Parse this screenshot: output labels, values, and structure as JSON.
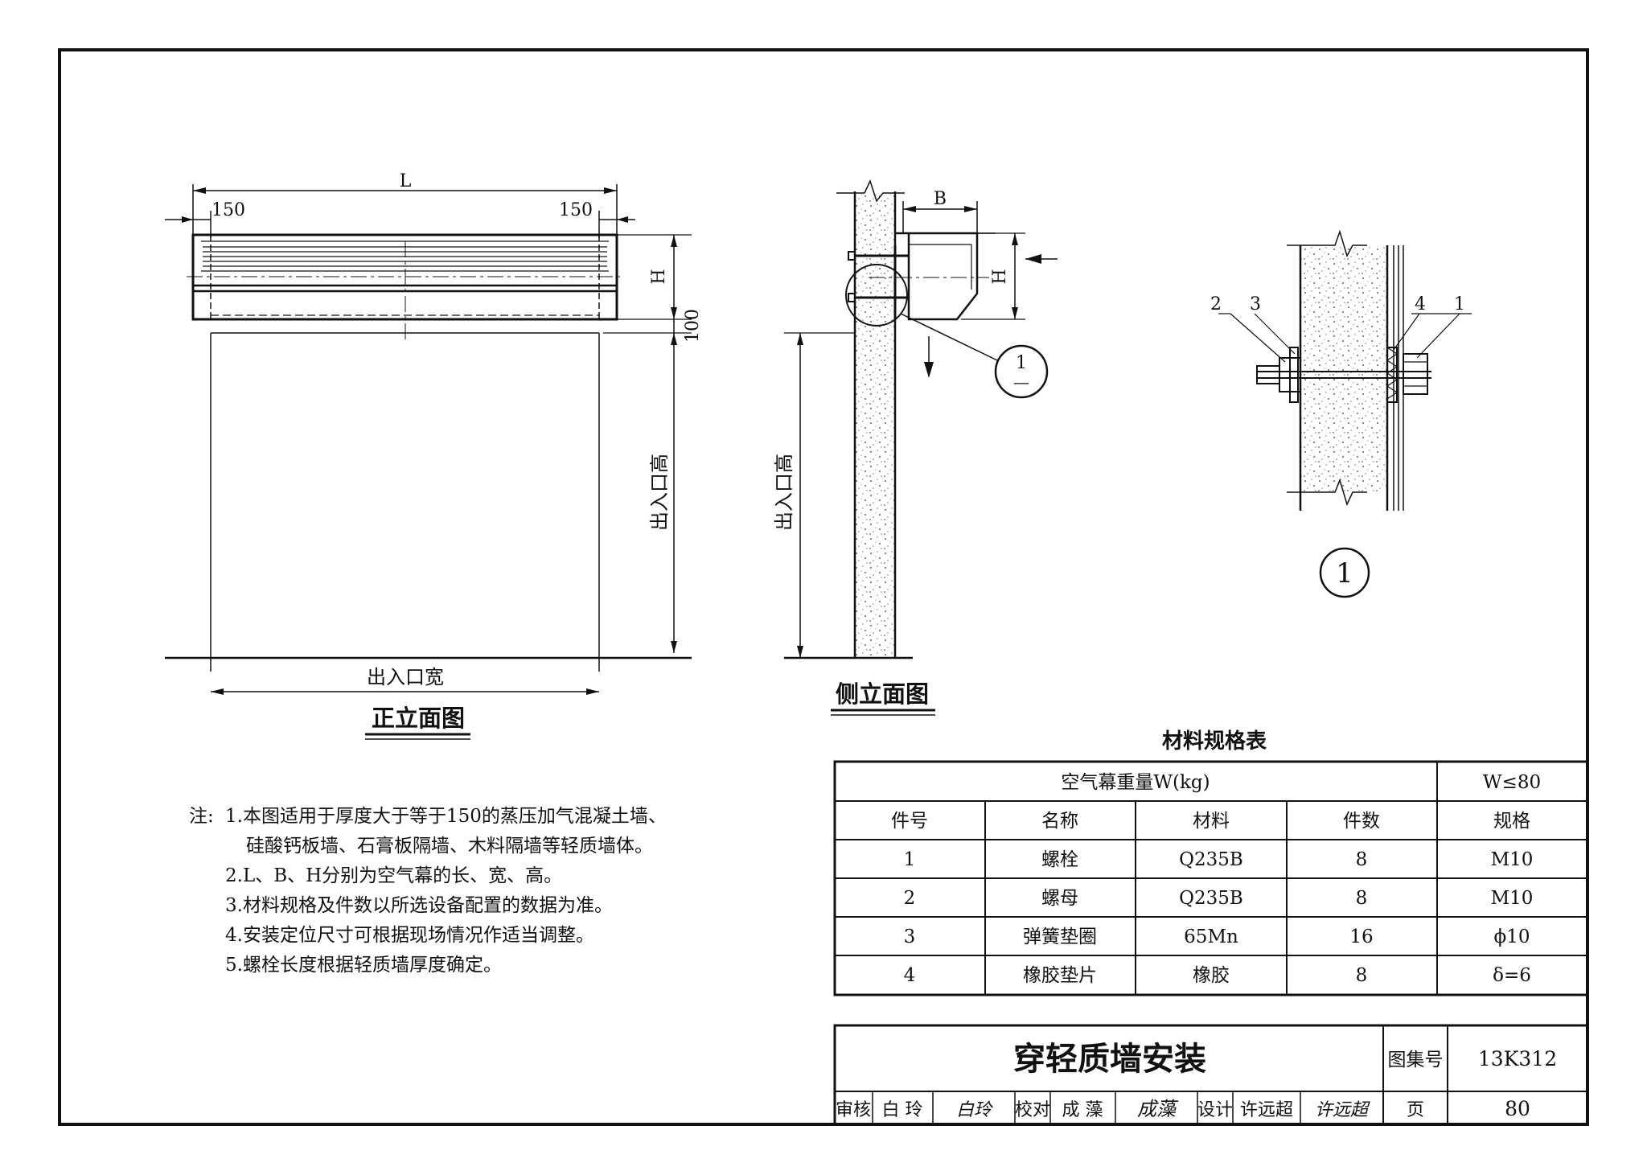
{
  "front_view": {
    "title": "正立面图",
    "dim_length": "L",
    "dim_left_offset": "150",
    "dim_right_offset": "150",
    "dim_height": "H",
    "dim_gap": "100",
    "dim_opening_height": "出入口高",
    "dim_opening_width": "出入口宽"
  },
  "side_view": {
    "title": "侧立面图",
    "dim_depth": "B",
    "dim_height": "H",
    "dim_opening_height": "出入口高",
    "detail_ref_number": "1",
    "detail_ref_sheet": "—"
  },
  "detail_view": {
    "callouts": [
      "2",
      "3",
      "4",
      "1"
    ],
    "detail_number": "1"
  },
  "materials_table": {
    "title": "材料规格表",
    "weight_label": "空气幕重量W(kg)",
    "weight_value": "W≤80",
    "headers": [
      "件号",
      "名称",
      "材料",
      "件数",
      "规格"
    ],
    "rows": [
      [
        "1",
        "螺栓",
        "Q235B",
        "8",
        "M10"
      ],
      [
        "2",
        "螺母",
        "Q235B",
        "8",
        "M10"
      ],
      [
        "3",
        "弹簧垫圈",
        "65Mn",
        "16",
        "ϕ10"
      ],
      [
        "4",
        "橡胶垫片",
        "橡胶",
        "8",
        "δ=6"
      ]
    ]
  },
  "notes": {
    "prefix": "注:",
    "lines": [
      "1.本图适用于厚度大于等于150的蒸压加气混凝土墙、",
      "硅酸钙板墙、石膏板隔墙、木料隔墙等轻质墙体。",
      "2.L、B、H分别为空气幕的长、宽、高。",
      "3.材料规格及件数以所选设备配置的数据为准。",
      "4.安装定位尺寸可根据现场情况作适当调整。",
      "5.螺栓长度根据轻质墙厚度确定。"
    ]
  },
  "title_block": {
    "drawing_title": "穿轻质墙安装",
    "atlas_label": "图集号",
    "atlas_number": "13K312",
    "review_label": "审核",
    "review_name": "白 玲",
    "review_signature": "白玲",
    "check_label": "校对",
    "check_name": "成 藻",
    "check_signature": "成藻",
    "design_label": "设计",
    "design_name": "许远超",
    "design_signature": "许远超",
    "page_label": "页",
    "page_number": "80"
  }
}
